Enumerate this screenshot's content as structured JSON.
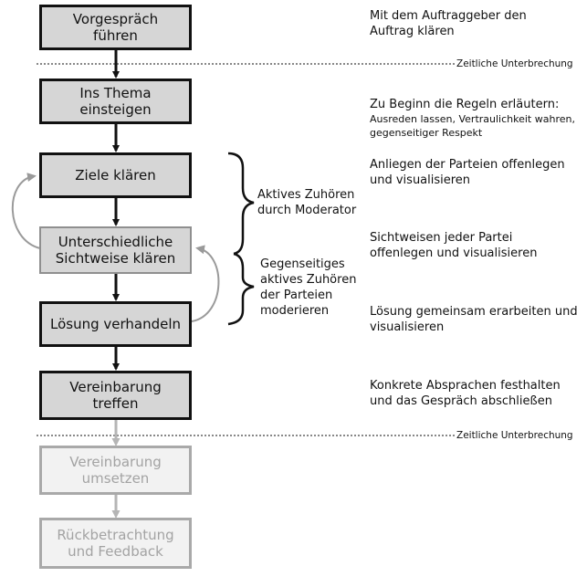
{
  "steps": [
    {
      "label": "Vorgespräch\nführen"
    },
    {
      "label": "Ins Thema\neinsteigen"
    },
    {
      "label": "Ziele klären"
    },
    {
      "label": "Unterschiedliche\nSichtweise klären"
    },
    {
      "label": "Lösung verhandeln"
    },
    {
      "label": "Vereinbarung\ntreffen"
    },
    {
      "label": "Vereinbarung\numsetzen"
    },
    {
      "label": "Rückbetrachtung\nund Feedback"
    }
  ],
  "breaks": {
    "label": "Zeitliche Unterbrechung"
  },
  "brackets": {
    "upper": "Aktives Zuhören\ndurch Moderator",
    "lower": "Gegenseitiges\naktives Zuhören\nder Parteien\nmoderieren"
  },
  "notes": [
    {
      "text": "Mit dem Auftraggeber den\nAuftrag klären"
    },
    {
      "text": "Zu Beginn die Regeln erläutern:",
      "sub": "Ausreden lassen, Vertraulichkeit wahren,\ngegenseitiger Respekt"
    },
    {
      "text": "Anliegen der Parteien offenlegen\nund visualisieren"
    },
    {
      "text": "Sichtweisen jeder Partei\noffenlegen und visualisieren"
    },
    {
      "text": "Lösung gemeinsam erarbeiten und\nvisualisieren"
    },
    {
      "text": "Konkrete Absprachen festhalten\nund das Gespräch abschließen"
    }
  ]
}
